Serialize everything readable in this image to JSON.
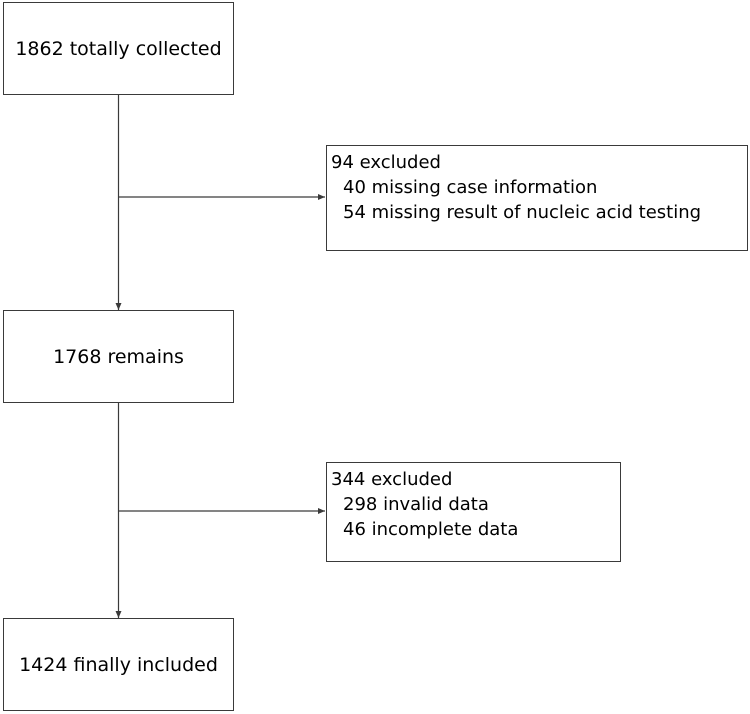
{
  "flow": {
    "step1": "1862 totally collected",
    "exclusion1": {
      "title": "94 excluded",
      "items": [
        "40 missing case information",
        "54 missing result of nucleic acid testing"
      ]
    },
    "step2": "1768 remains",
    "exclusion2": {
      "title": "344 excluded",
      "items": [
        "298 invalid data",
        "46 incomplete data"
      ]
    },
    "step3": "1424 finally included"
  },
  "colors": {
    "line": "#3a3a3a",
    "box_border": "#3a3a3a"
  }
}
